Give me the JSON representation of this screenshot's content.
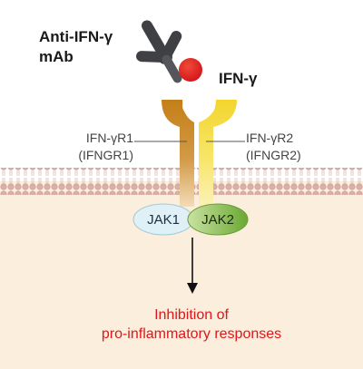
{
  "labels": {
    "antibody_line1": "Anti-IFN-γ",
    "antibody_line2": "mAb",
    "ligand": "IFN-γ",
    "receptor1_name": "IFN-γR1",
    "receptor1_gene": "(IFNGR1)",
    "receptor2_name": "IFN-γR2",
    "receptor2_gene": "(IFNGR2)",
    "jak1": "JAK1",
    "jak2": "JAK2",
    "outcome_line1": "Inhibition of",
    "outcome_line2": "pro-inflammatory responses"
  },
  "colors": {
    "receptor1": "#c7891e",
    "receptor2": "#f4dc3c",
    "ligand": "#e3231c",
    "antibody": "#3f4044",
    "jak1_fill": "#dff0f7",
    "jak2_fill": "#8cbf46",
    "membrane_head": "#dcb2ab",
    "cytoplasm": "#fbeedc",
    "outcome_text": "#e0161b"
  }
}
